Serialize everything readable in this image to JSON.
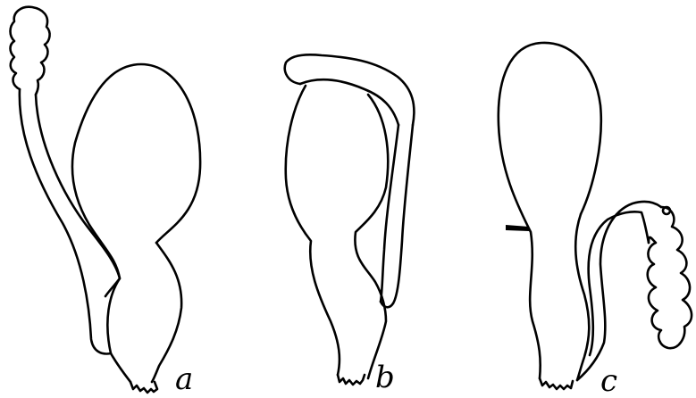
{
  "figures": [
    {
      "id": "a",
      "label": "a"
    },
    {
      "id": "b",
      "label": "b"
    },
    {
      "id": "c",
      "label": "c"
    }
  ],
  "colors": {
    "ink": "#000000",
    "background": "#ffffff"
  }
}
